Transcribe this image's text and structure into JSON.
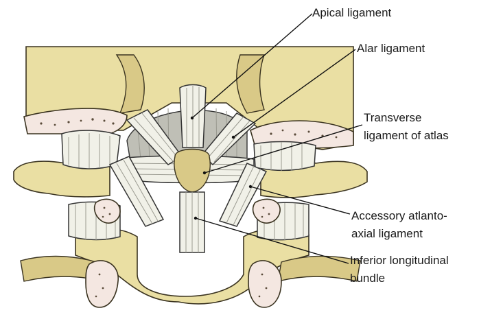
{
  "diagram": {
    "labels": {
      "apical": "Apical ligament",
      "alar": "Alar ligament",
      "transverse_1": "Transverse",
      "transverse_2": "ligament of atlas",
      "accessory_1": "Accessory atlanto-",
      "accessory_2": "axial ligament",
      "inferior_1": "Inferior longitudinal",
      "inferior_2": "bundle"
    },
    "colors": {
      "bone": "#eadfa3",
      "bone_shadow": "#d9c987",
      "cut_bone": "#f4e7e1",
      "ligament": "#f1f1e8"
    }
  }
}
